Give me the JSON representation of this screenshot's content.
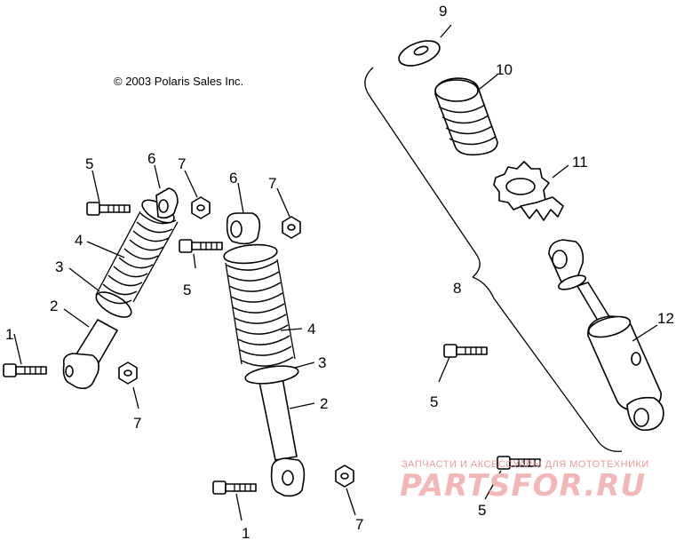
{
  "copyright": "© 2003 Polaris Sales Inc.",
  "callouts": {
    "left_1": "1",
    "left_2": "2",
    "left_3": "3",
    "left_4": "4",
    "left_5": "5",
    "left_6": "6",
    "left_7a": "7",
    "left_7b": "7",
    "mid_1": "1",
    "mid_2": "2",
    "mid_3": "3",
    "mid_4": "4",
    "mid_5": "5",
    "mid_6": "6",
    "mid_7a": "7",
    "mid_7b": "7",
    "right_5a": "5",
    "right_5b": "5",
    "right_8": "8",
    "right_9": "9",
    "right_10": "10",
    "right_11": "11",
    "right_12": "12"
  },
  "watermark": {
    "top": "ЗАПЧАСТИ И АКСЕССУАРЫ ДЛЯ МОТОТЕХНИКИ",
    "main": "PARTSFOR.RU"
  }
}
